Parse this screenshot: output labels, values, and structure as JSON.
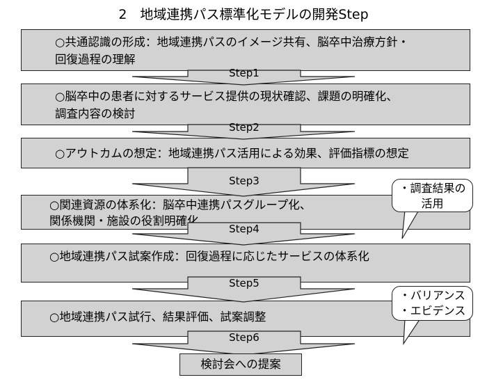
{
  "title": "2　地域連携パス標準化モデルの開発Step",
  "stages": [
    {
      "lines": [
        "○共通認識の形成：地域連携パスのイメージ共有、脳卒中治療方針・",
        "回復過程の理解"
      ]
    },
    {
      "lines": [
        "○脳卒中の患者に対するサービス提供の現状確認、課題の明確化、",
        "調査内容の検討"
      ]
    },
    {
      "lines": [
        "○アウトカムの想定：地域連携パス活用による効果、評価指標の想定"
      ]
    },
    {
      "lines": [
        "○関連資源の体系化：脳卒中連携パスグループ化、",
        "関係機関・施設の役割明確化"
      ]
    },
    {
      "lines": [
        "○地域連携パス試案作成：回復過程に応じたサービスの体系化"
      ]
    },
    {
      "lines": [
        "○地域連携パス試行、結果評価、試案調整"
      ]
    }
  ],
  "steps": [
    "Step1",
    "Step2",
    "Step3",
    "Step4",
    "Step5",
    "Step6"
  ],
  "final": "検討会への提案",
  "callouts": [
    {
      "lines": [
        "・調査結果の",
        "活用"
      ]
    },
    {
      "lines": [
        "・バリアンス",
        "・エビデンス"
      ]
    }
  ]
}
